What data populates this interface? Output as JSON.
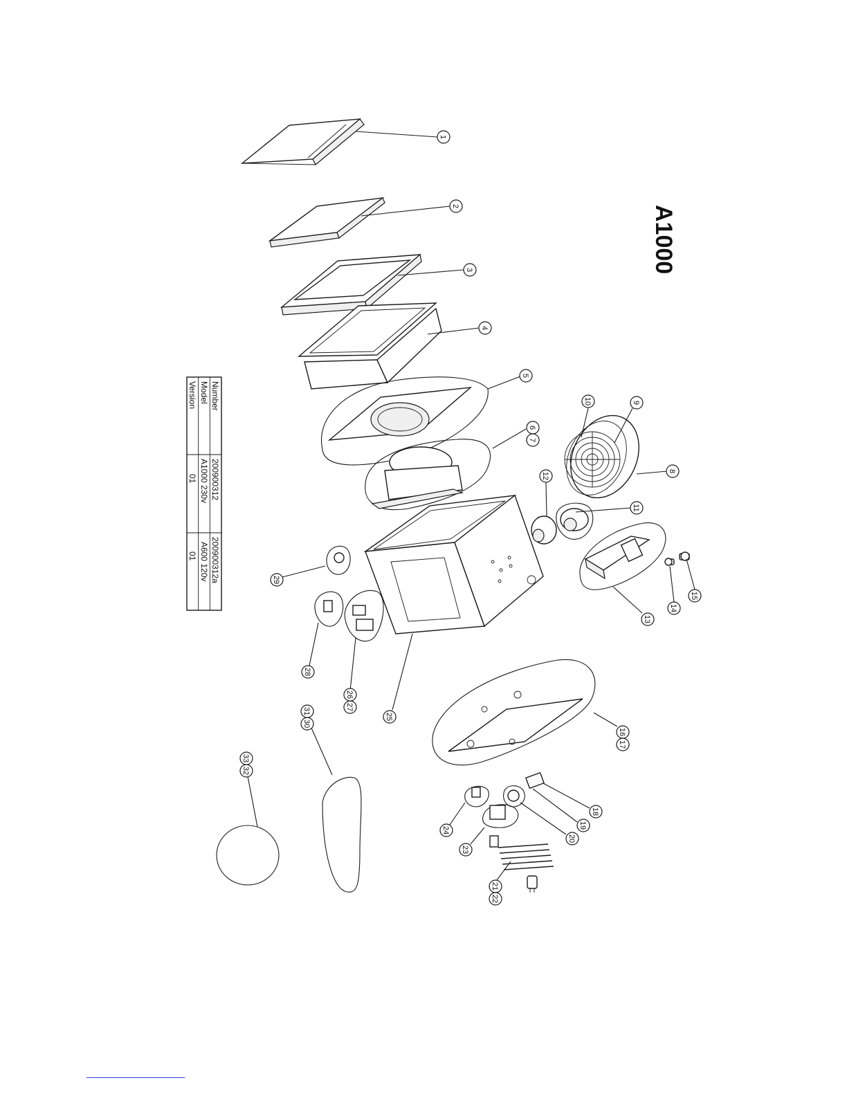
{
  "diagram": {
    "title": "A1000",
    "parts_table": {
      "headers": [
        "Number",
        "Model",
        "Version"
      ],
      "columns": [
        [
          "200900312",
          "A1000 230v",
          "01"
        ],
        [
          "200900312a",
          "A600 120v",
          "01"
        ]
      ]
    },
    "callouts": {
      "c1": "1",
      "c2": "2",
      "c3": "3",
      "c4": "4",
      "c5": "5",
      "c6": "6",
      "c7": "7",
      "c8": "8",
      "c9": "9",
      "c10": "10",
      "c11": "11",
      "c12": "12",
      "c13": "13",
      "c14": "14",
      "c15": "15",
      "c16": "16",
      "c17": "17",
      "c18": "18",
      "c19": "19",
      "c20": "20",
      "c21": "21",
      "c22": "22",
      "c23": "23",
      "c24": "24",
      "c25": "25",
      "c26": "26",
      "c27": "27",
      "c28": "28",
      "c29": "29",
      "c30": "30",
      "c31": "31",
      "c32": "32",
      "c33": "33"
    }
  }
}
